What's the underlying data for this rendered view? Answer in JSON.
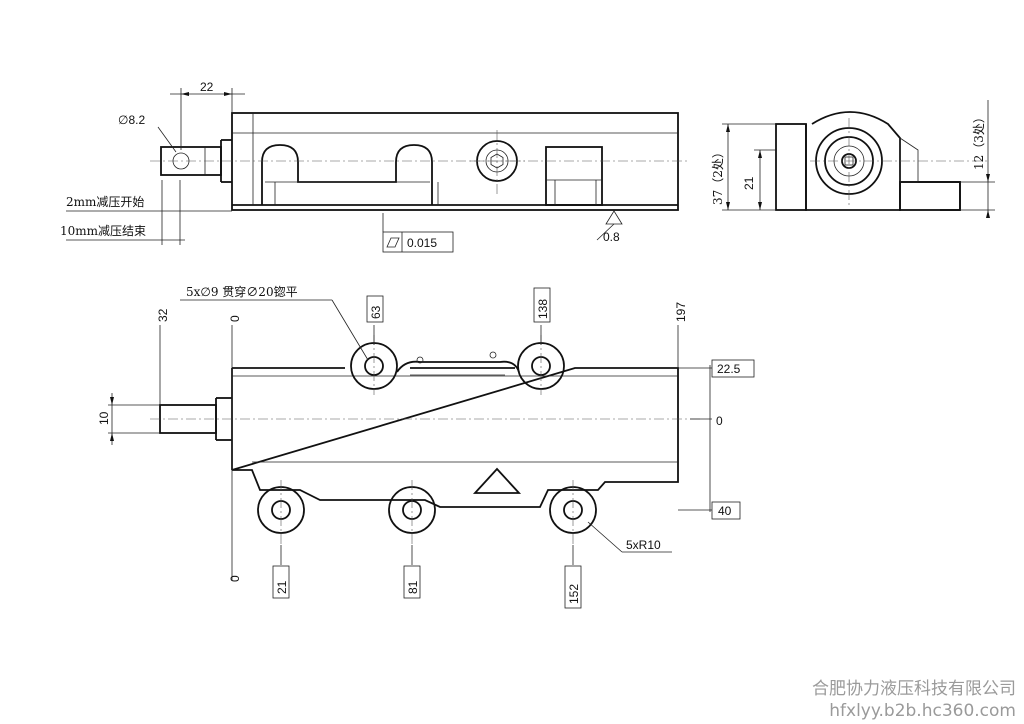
{
  "top_view": {
    "dim_width": "22",
    "dim_dia": "∅8.2",
    "note_start": "2mm减压开始",
    "note_end": "10mm减压结束",
    "flatness_symbol": "▱",
    "flatness_value": "0.015",
    "roughness": "0.8"
  },
  "side_view": {
    "dim_37": "37（2处）",
    "dim_21": "21",
    "dim_12": "12（3处）"
  },
  "front_view": {
    "hole_note": "5x∅9 贯穿∅20锪平",
    "dim_32": "32",
    "dim_0_top": "0",
    "dim_63": "63",
    "dim_138": "138",
    "dim_197": "197",
    "dim_22_5": "22.5",
    "dim_10": "10",
    "dim_0_right": "0",
    "dim_40": "40",
    "radius_note": "5xR10",
    "dim_0_bottom": "0",
    "dim_21": "21",
    "dim_81": "81",
    "dim_152": "152"
  },
  "watermark": {
    "company": "合肥协力液压科技有限公司",
    "site": "hfxlyy.b2b.hc360.com"
  }
}
